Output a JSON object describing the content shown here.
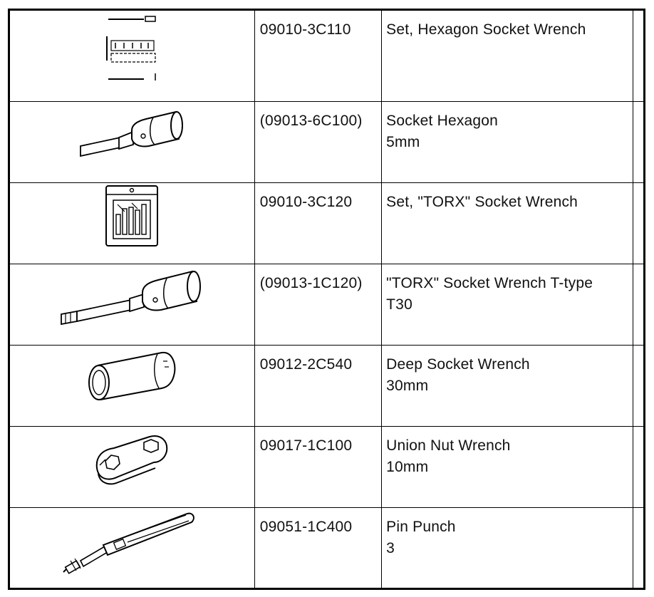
{
  "rows": [
    {
      "part_no": "09010-3C110",
      "name": "Set, Hexagon Socket Wrench",
      "detail": "",
      "icon": "hexagon-socket-set-case-icon"
    },
    {
      "part_no": "(09013-6C100)",
      "name": "Socket Hexagon",
      "detail": "5mm",
      "icon": "hexagon-socket-icon"
    },
    {
      "part_no": "09010-3C120",
      "name": "Set, \"TORX\" Socket Wrench",
      "detail": "",
      "icon": "torx-socket-set-case-icon"
    },
    {
      "part_no": "(09013-1C120)",
      "name": "\"TORX\" Socket Wrench T-type",
      "detail": "T30",
      "icon": "torx-socket-icon"
    },
    {
      "part_no": "09012-2C540",
      "name": "Deep Socket Wrench",
      "detail": "30mm",
      "icon": "deep-socket-icon"
    },
    {
      "part_no": "09017-1C100",
      "name": "Union Nut Wrench",
      "detail": "10mm",
      "icon": "union-nut-wrench-icon"
    },
    {
      "part_no": "09051-1C400",
      "name": "Pin Punch",
      "detail": "3",
      "icon": "pin-punch-icon"
    }
  ]
}
